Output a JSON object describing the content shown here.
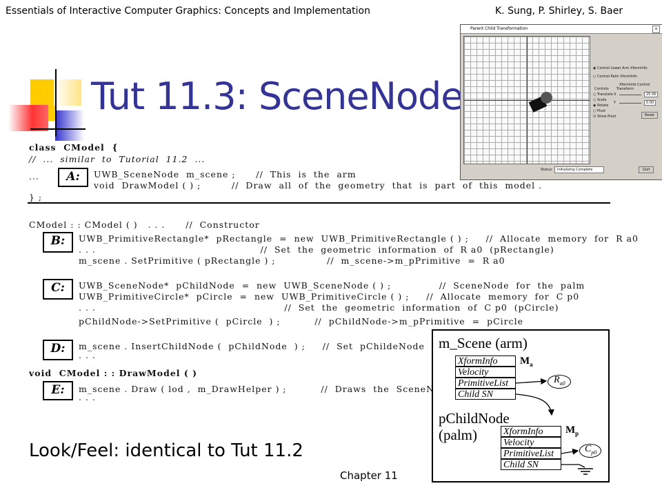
{
  "header": {
    "book_title": "Essentials of Interactive Computer Graphics: Concepts and Implementation",
    "authors": "K. Sung, P. Shirley, S. Baer"
  },
  "slide": {
    "title": "Tut 11.3: SceneNode",
    "look_feel": "Look/Feel: identical to Tut 11.2",
    "footer": "Chapter 11"
  },
  "code": {
    "class_decl": "class  CModel  {",
    "class_comment": "//  ...  similar  to  Tutorial  11.2  ...",
    "class_dots": "...",
    "label_a": "A:",
    "a_line1": "UWB_SceneNode  m_scene ;      //  This  is  the  arm",
    "a_line2": "void  DrawModel ( ) ;         //  Draw  all  of  the  geometry  that  is  part  of  this  model .",
    "class_end": "} ;",
    "ctor": "CModel : : CModel ( )   . . .      //  Constructor",
    "label_b": "B:",
    "b_line1": "UWB_PrimitiveRectangle*  pRectangle  =  new  UWB_PrimitiveRectangle ( ) ;     //  Allocate  memory  for  R a0",
    "b_line2": ". . .                                                //  Set  the  geometric  information  of  R a0  (pRectangle)",
    "b_line3": "m_scene . SetPrimitive ( pRectangle ) ;               //  m_scene->m_pPrimitive  =  R a0",
    "label_c": "C:",
    "c_line1": "UWB_SceneNode*  pChildNode  =  new  UWB_SceneNode ( ) ;              //  SceneNode  for  the  palm",
    "c_line2": "UWB_PrimitiveCircle*  pCircle  =  new  UWB_PrimitiveCircle ( ) ;     //  Allocate  memory  for  C p0",
    "c_line3": ". . .                                                       //  Set  the  geometric  information  of  C p0  (pCircle)",
    "c_line4": "pChildNode->SetPrimitive (  pCircle  ) ;          //  pChildNode->m_pPrimitive  =  pCircle",
    "label_d": "D:",
    "d_line1": "m_scene . InsertChildNode (  pChildNode  ) ;     //  Set  pChildeNode  into",
    "d_line2": ". . .",
    "drawmodel": "void  CModel : : DrawModel ( )",
    "label_e": "E:",
    "e_line1": "m_scene . Draw ( lod ,  m_DrawHelper ) ;          //  Draws  the  SceneNode  hie",
    "e_line2": ". . ."
  },
  "app_window": {
    "title": "Parent Child Transformation",
    "close": "×",
    "radio_lower_arm": "Control Lower Arm XformInfo",
    "radio_palm": "Control Palm XformInfo",
    "group": "XformInfo Control",
    "controls_label": "Controls",
    "transform_label": "Transform",
    "opt_translate": "Translate",
    "opt_scale": "Scale",
    "opt_rotate": "Rotate",
    "opt_pivot": "Pivot",
    "x_label": "X",
    "y_label": "Y",
    "x_value": "25.06",
    "y_value": "0.00",
    "reset": "Reset",
    "show_pivot": "Show Pivot",
    "status_label": "Status:",
    "status_value": "Initializing Complete",
    "quit": "Quit"
  },
  "diagram": {
    "arm_title": "m_Scene (arm)",
    "palm_title_1": "pChildNode",
    "palm_title_2": "(palm)",
    "arm_fields": [
      "XformInfo",
      "Velocity",
      "PrimitiveList",
      "Child SN"
    ],
    "palm_fields": [
      "XformInfo",
      "Velocity",
      "PrimitiveList",
      "Child SN"
    ],
    "arm_matrix": "M",
    "arm_matrix_sub": "a",
    "palm_matrix": "M",
    "palm_matrix_sub": "p",
    "arm_prim": "R",
    "arm_prim_sub": "a0",
    "palm_prim": "C",
    "palm_prim_sub": "p0"
  },
  "colors": {
    "title": "#333399",
    "deco_yellow": "#ffcc00",
    "deco_blue": "#3333cc",
    "deco_red": "#ff3333"
  }
}
